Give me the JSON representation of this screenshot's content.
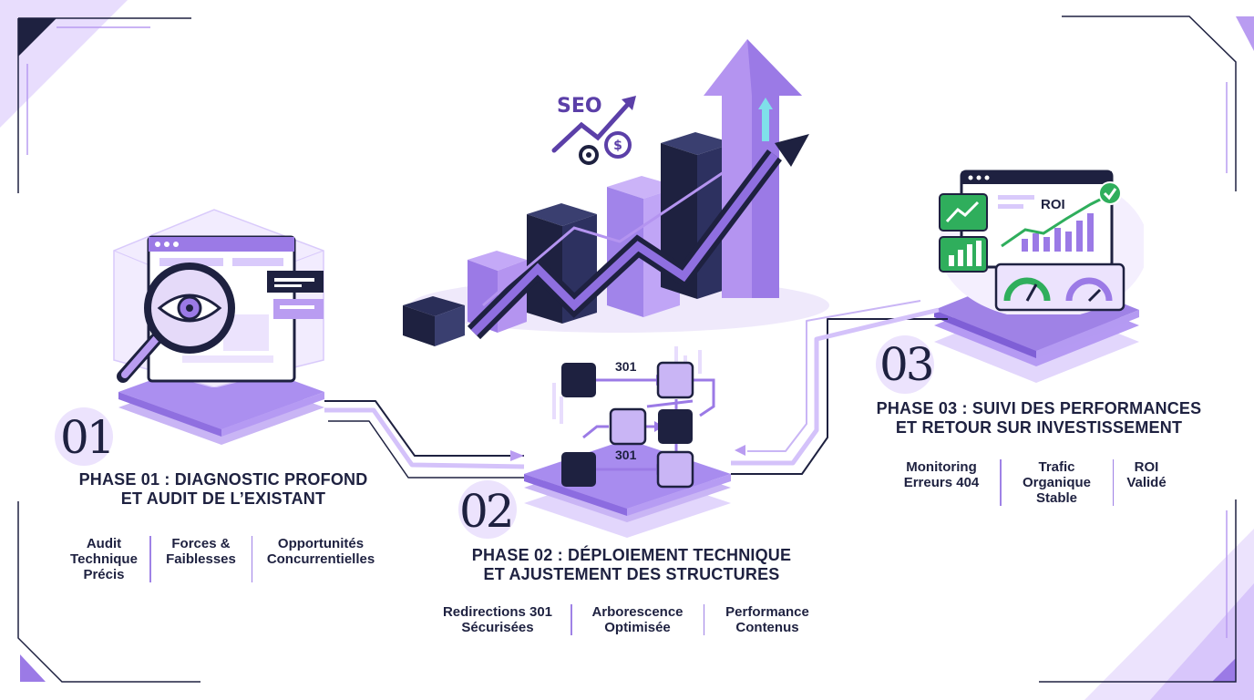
{
  "phases": [
    {
      "number": "01",
      "title_line1": "PHASE 01 : DIAGNOSTIC PROFOND",
      "title_line2": "ET AUDIT DE L’EXISTANT",
      "items": [
        "Audit\nTechnique\nPrécis",
        "Forces &\nFaiblesses",
        "Opportunités\nConcurrentielles"
      ],
      "icon": "magnifier-eye-audit-icon"
    },
    {
      "number": "02",
      "title_line1": "PHASE 02 : DÉPLOIEMENT TECHNIQUE",
      "title_line2": "ET AJUSTEMENT DES STRUCTURES",
      "items": [
        "Redirections 301\nSécurisées",
        "Arborescence\nOptimisée",
        "Performance\nContenus"
      ],
      "icon": "redirect-flow-icon",
      "redirect_labels": [
        "301",
        "301"
      ]
    },
    {
      "number": "03",
      "title_line1": "PHASE 03 : SUIVI DES PERFORMANCES",
      "title_line2": "ET RETOUR SUR INVESTISSEMENT",
      "items": [
        "Monitoring\nErreurs 404",
        "Trafic\nOrganique\nStable",
        "ROI\nValidé"
      ],
      "icon": "roi-dashboard-icon",
      "dashboard_label": "ROI"
    }
  ],
  "hero": {
    "seo_label": "SEO",
    "icon": "growth-chart-arrow-icon"
  },
  "colors": {
    "navy": "#1e2140",
    "purple": "#9b7ae6",
    "lavender": "#c9b5f5",
    "pale": "#ece3fd",
    "green": "#2fae5c",
    "accent_cyan": "#7fe0ea"
  }
}
